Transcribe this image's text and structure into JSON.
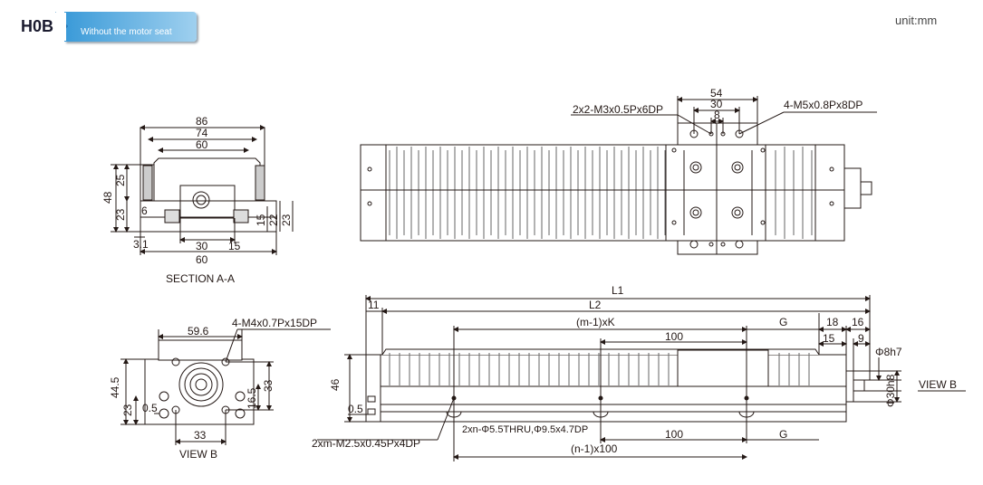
{
  "header": {
    "code": "H0B",
    "subtitle": "Without the motor seat"
  },
  "unit": "unit:mm",
  "section_view": {
    "title": "SECTION A-A",
    "dims": {
      "w86": "86",
      "w74": "74",
      "w60_top": "60",
      "h48": "48",
      "h25": "25",
      "h23_left": "23",
      "d6": "6",
      "h15": "15",
      "h22": "22",
      "h23_right": "23",
      "d3_1": "3.1",
      "w30": "30",
      "w15": "15",
      "w60_bottom": "60"
    }
  },
  "view_b": {
    "title": "VIEW B",
    "thread": "4-M4x0.7Px15DP",
    "dims": {
      "w59_6": "59.6",
      "h44_5": "44.5",
      "h23": "23",
      "d0_5": "0.5",
      "w33": "33",
      "h16_5": "16.5",
      "h33": "33"
    }
  },
  "top_view": {
    "thread_a": "2x2-M3x0.5Px6DP",
    "thread_b": "4-M5x0.8Px8DP",
    "dims": {
      "w54": "54",
      "w30": "30",
      "w8": "8"
    }
  },
  "side_view": {
    "view_label": "VIEW B",
    "L1": "L1",
    "L2": "L2",
    "d11": "11",
    "mk": "(m-1)xK",
    "G_top": "G",
    "d18": "18",
    "d16": "16",
    "d15": "15",
    "d9": "9",
    "d100_top": "100",
    "h46": "46",
    "d0_5": "0.5",
    "phi8": "Φ8h7",
    "phi30": "Φ30h8",
    "holes_thru": "2xn-Φ5.5THRU,Φ9.5x4.7DP",
    "holes_tap": "2xm-M2.5x0.45Px4DP",
    "d100_bottom": "100",
    "G_bottom": "G",
    "n100": "(n-1)x100"
  }
}
